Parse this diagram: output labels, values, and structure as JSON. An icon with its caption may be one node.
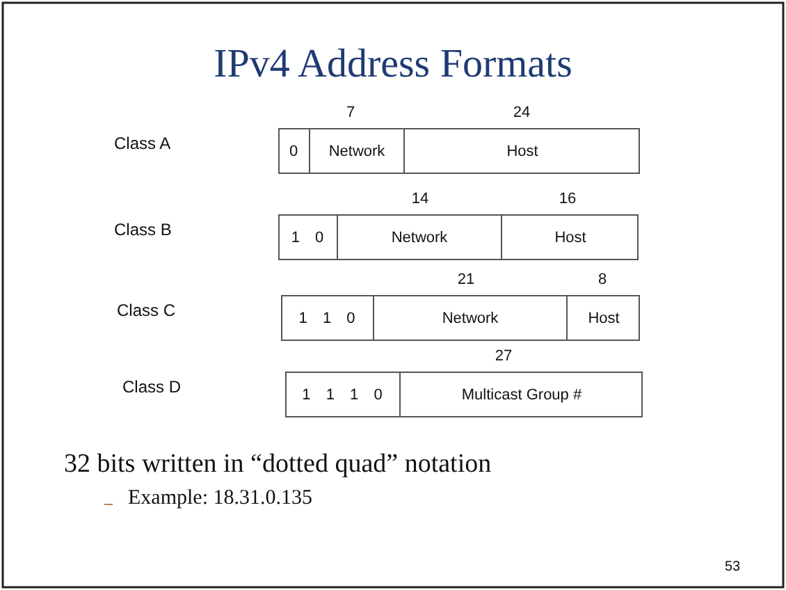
{
  "diagram": {
    "title": "IPv4 Address Formats",
    "nodes": [
      {
        "text": [],
        "shape": "box"
      },
      {
        "text": [
          "0"
        ],
        "in": 0
      },
      {
        "text": [
          "Network"
        ],
        "in": 0,
        "beside": [
          "7"
        ]
      },
      {
        "text": [
          "Host"
        ],
        "in": 0,
        "beside": [
          "24"
        ]
      },
      {
        "text": [],
        "shape": "box"
      },
      {
        "text": [
          "1 0"
        ],
        "in": 4
      },
      {
        "text": [
          "Network"
        ],
        "in": 4,
        "beside": [
          "14"
        ]
      },
      {
        "text": [
          "Host"
        ],
        "in": 4,
        "beside": [
          "16"
        ]
      },
      {
        "text": [],
        "shape": "box"
      },
      {
        "text": [
          "1 1 0"
        ],
        "in": 8
      },
      {
        "text": [
          "Network"
        ],
        "in": 8,
        "beside": [
          "21"
        ]
      },
      {
        "text": [
          "Host"
        ],
        "in": 8,
        "beside": [
          "8"
        ]
      },
      {
        "text": [],
        "shape": "box"
      },
      {
        "text": [
          "1 1 1 0"
        ],
        "in": 12
      },
      {
        "text": [
          "Multicast Group #"
        ],
        "in": 12,
        "beside": [
          "27"
        ]
      }
    ],
    "edges": [],
    "labels": [
      "Class A",
      "Class B",
      "Class C",
      "Class D",
      "32 bits written in “dotted quad” notation",
      "Example: 18.31.0.135",
      "53"
    ]
  }
}
